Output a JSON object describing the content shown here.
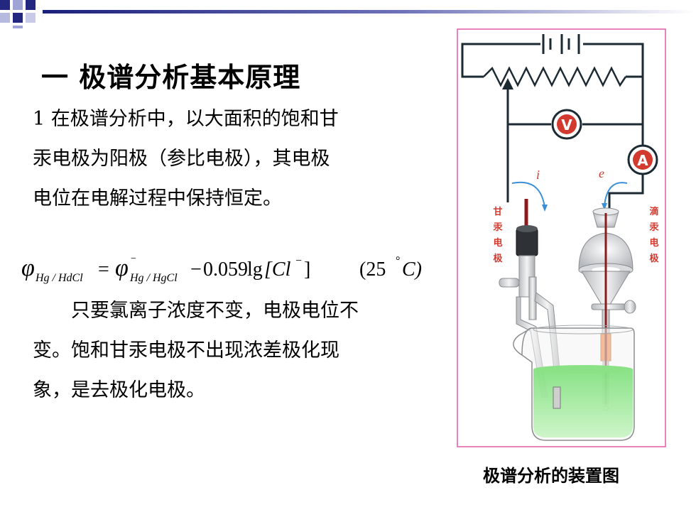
{
  "slide": {
    "title": "一 极谱分析基本原理",
    "para1": {
      "lines": [
        "1 在极谱分析中，以大面积的饱和甘",
        "汞电极为阳极（参比电极），其电极",
        "电位在电解过程中保持恒定。"
      ]
    },
    "formula": {
      "lhs_symbol": "φ",
      "lhs_sub": "Hg / HdCl",
      "eq": "=",
      "rhs_symbol": "φ",
      "rhs_sup": "−",
      "rhs_sub": "Hg / HgCl",
      "minus": "−",
      "coef": "0.059",
      "func": "lg",
      "ion": "[Cl",
      "ion_sup": "−",
      "ion_close": "]",
      "temp": "(25",
      "temp_sup": "°",
      "temp_unit": "C)"
    },
    "para2": {
      "lines": [
        "　　只要氯离子浓度不变，电极电位不",
        "变。饱和甘汞电极不出现浓差极化现",
        "象，是去极化电极。"
      ]
    },
    "figure": {
      "caption": "极谱分析的装置图",
      "voltmeter": "V",
      "ammeter": "A",
      "current_i": "i",
      "current_e": "e",
      "left_label": [
        "甘",
        "汞",
        "电",
        "极"
      ],
      "right_label": [
        "滴",
        "汞",
        "电",
        "极"
      ]
    }
  }
}
